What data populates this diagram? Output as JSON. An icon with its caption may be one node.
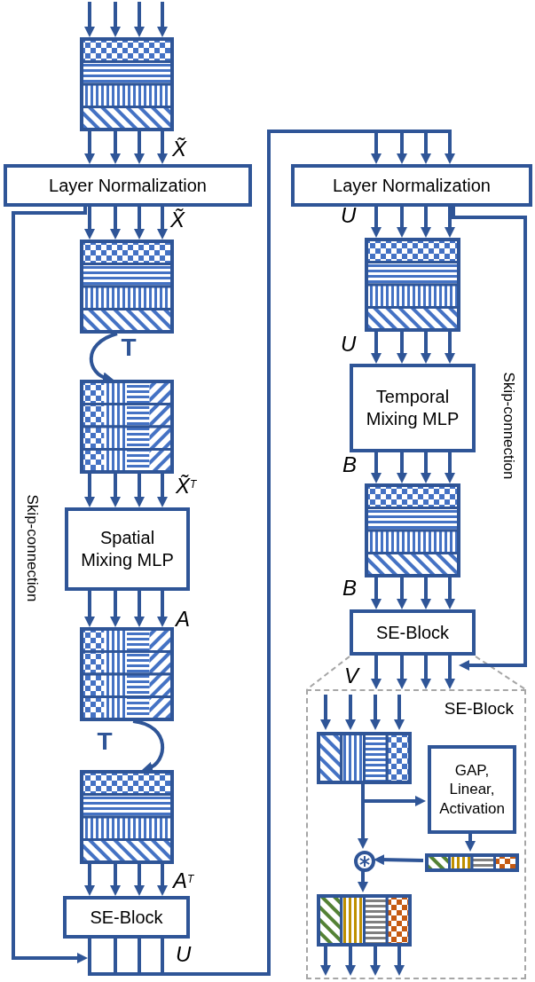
{
  "diagram": {
    "nodes": [
      {
        "text": [],
        "shape": "box"
      },
      {
        "text": [
          "Layer Normalization"
        ]
      },
      {
        "text": [],
        "shape": "box"
      },
      {
        "text": [],
        "shape": "box"
      },
      {
        "text": [
          "Spatial Mixing MLP"
        ]
      },
      {
        "text": [],
        "shape": "box"
      },
      {
        "text": [],
        "shape": "box"
      },
      {
        "text": [
          "SE-Block"
        ]
      },
      {
        "text": [
          "Layer Normalization"
        ]
      },
      {
        "text": [],
        "shape": "box"
      },
      {
        "text": [
          "Temporal Mixing MLP"
        ]
      },
      {
        "text": [],
        "shape": "box"
      },
      {
        "text": [
          "SE-Block"
        ]
      },
      {
        "text": [
          "SE-Block"
        ]
      },
      {
        "text": [],
        "shape": "box",
        "in": 13
      },
      {
        "text": [
          "GAP, Linear, Activation"
        ],
        "in": 13
      },
      {
        "text": [],
        "shape": "circle",
        "in": 13
      },
      {
        "text": [],
        "shape": "box",
        "in": 13
      },
      {
        "text": [],
        "shape": "box",
        "in": 13
      }
    ],
    "edges": [
      {
        "from": null,
        "to": 0,
        "arrow": "to"
      },
      {
        "from": null,
        "to": 0,
        "arrow": "to"
      },
      {
        "from": null,
        "to": 0,
        "arrow": "to"
      },
      {
        "from": null,
        "to": 0,
        "arrow": "to"
      },
      {
        "from": 0,
        "to": 1,
        "arrow": "to"
      },
      {
        "from": 0,
        "to": 1,
        "arrow": "to"
      },
      {
        "from": 0,
        "to": 1,
        "arrow": "to"
      },
      {
        "from": 0,
        "to": 1,
        "arrow": "to"
      },
      {
        "from": 1,
        "to": 2,
        "arrow": "to"
      },
      {
        "from": 1,
        "to": 2,
        "arrow": "to"
      },
      {
        "from": 1,
        "to": 2,
        "arrow": "to"
      },
      {
        "from": 1,
        "to": 2,
        "arrow": "to"
      },
      {
        "from": 2,
        "to": 3,
        "arrow": "to",
        "label": "T"
      },
      {
        "from": 3,
        "to": 4,
        "arrow": "to"
      },
      {
        "from": 3,
        "to": 4,
        "arrow": "to"
      },
      {
        "from": 3,
        "to": 4,
        "arrow": "to"
      },
      {
        "from": 3,
        "to": 4,
        "arrow": "to"
      },
      {
        "from": 4,
        "to": 5,
        "arrow": "to"
      },
      {
        "from": 4,
        "to": 5,
        "arrow": "to"
      },
      {
        "from": 4,
        "to": 5,
        "arrow": "to"
      },
      {
        "from": 4,
        "to": 5,
        "arrow": "to"
      },
      {
        "from": 5,
        "to": 6,
        "arrow": "to",
        "label": "T"
      },
      {
        "from": 6,
        "to": 7,
        "arrow": "to"
      },
      {
        "from": 6,
        "to": 7,
        "arrow": "to"
      },
      {
        "from": 6,
        "to": 7,
        "arrow": "to"
      },
      {
        "from": 6,
        "to": 7,
        "arrow": "to"
      },
      {
        "from": 7,
        "to": 8,
        "arrow": "to"
      },
      {
        "from": 7,
        "to": 8,
        "arrow": "to"
      },
      {
        "from": 7,
        "to": 8,
        "arrow": "to"
      },
      {
        "from": 7,
        "to": 8,
        "arrow": "to"
      },
      {
        "from": 1,
        "to": 7,
        "arrow": "to",
        "label": "Skip-connection"
      },
      {
        "from": 8,
        "to": 9,
        "arrow": "to"
      },
      {
        "from": 8,
        "to": 9,
        "arrow": "to"
      },
      {
        "from": 8,
        "to": 9,
        "arrow": "to"
      },
      {
        "from": 8,
        "to": 9,
        "arrow": "to"
      },
      {
        "from": 9,
        "to": 10,
        "arrow": "to"
      },
      {
        "from": 9,
        "to": 10,
        "arrow": "to"
      },
      {
        "from": 9,
        "to": 10,
        "arrow": "to"
      },
      {
        "from": 9,
        "to": 10,
        "arrow": "to"
      },
      {
        "from": 10,
        "to": 11,
        "arrow": "to"
      },
      {
        "from": 10,
        "to": 11,
        "arrow": "to"
      },
      {
        "from": 10,
        "to": 11,
        "arrow": "to"
      },
      {
        "from": 10,
        "to": 11,
        "arrow": "to"
      },
      {
        "from": 11,
        "to": 12,
        "arrow": "to"
      },
      {
        "from": 11,
        "to": 12,
        "arrow": "to"
      },
      {
        "from": 11,
        "to": 12,
        "arrow": "to"
      },
      {
        "from": 11,
        "to": 12,
        "arrow": "to"
      },
      {
        "from": 8,
        "to": 12,
        "arrow": "to",
        "label": "Skip-connection"
      },
      {
        "from": 12,
        "to": 13,
        "arrow": "to"
      },
      {
        "from": 12,
        "to": 13,
        "arrow": "to"
      },
      {
        "from": 12,
        "to": 13,
        "arrow": "to"
      },
      {
        "from": 12,
        "to": 13,
        "arrow": "to"
      },
      {
        "from": null,
        "to": 14,
        "arrow": "to"
      },
      {
        "from": null,
        "to": 14,
        "arrow": "to"
      },
      {
        "from": null,
        "to": 14,
        "arrow": "to"
      },
      {
        "from": null,
        "to": 14,
        "arrow": "to"
      },
      {
        "from": 14,
        "to": 15,
        "arrow": "to"
      },
      {
        "from": 14,
        "to": 16,
        "arrow": "to"
      },
      {
        "from": 15,
        "to": 17,
        "arrow": "to"
      },
      {
        "from": 17,
        "to": 16,
        "arrow": "to"
      },
      {
        "from": 16,
        "to": 18,
        "arrow": "to"
      },
      {
        "from": 18,
        "to": null,
        "arrow": "to"
      },
      {
        "from": 18,
        "to": null,
        "arrow": "to"
      },
      {
        "from": 18,
        "to": null,
        "arrow": "to"
      },
      {
        "from": 18,
        "to": null,
        "arrow": "to"
      }
    ],
    "labels": [
      "X̃",
      "X̃",
      "X̃$^{T}$",
      "A",
      "A$^{T}$",
      "U",
      "U",
      "U",
      "B",
      "B",
      "V"
    ]
  }
}
